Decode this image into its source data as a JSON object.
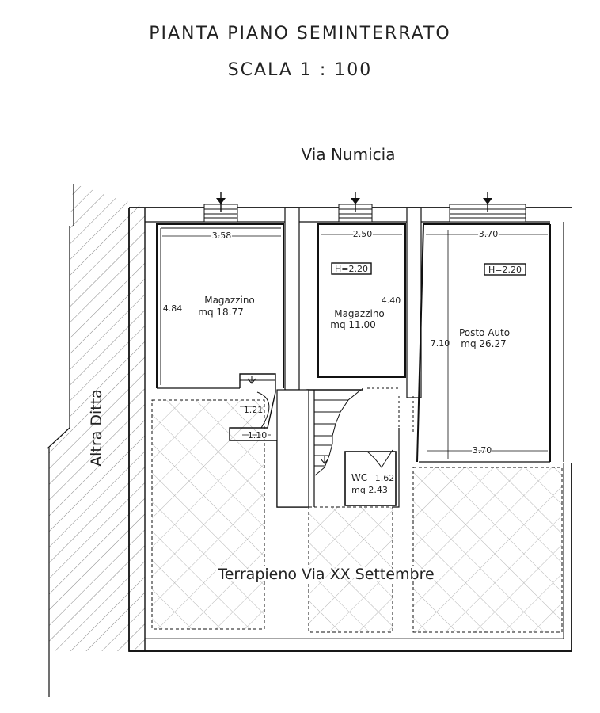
{
  "title": "PIANTA PIANO SEMINTERRATO",
  "scale": "SCALA 1 : 100",
  "street_top": "Via Numicia",
  "neighbor": "Altra Ditta",
  "terrapieno": "Terrapieno Via XX Settembre",
  "rooms": {
    "magazzino1": {
      "name": "Magazzino",
      "area": "mq 18.77",
      "width": "3.58",
      "depth": "4.84"
    },
    "magazzino2": {
      "name": "Magazzino",
      "area": "mq 11.00",
      "width": "2.50",
      "depth": "4.40",
      "height": "H=2.20"
    },
    "posto_auto": {
      "name": "Posto Auto",
      "area": "mq 26.27",
      "width": "3.70",
      "depth": "7.10",
      "width_bottom": "3.70",
      "height": "H=2.20"
    },
    "wc": {
      "name": "WC",
      "dim": "1.62",
      "area": "mq 2.43"
    }
  },
  "stair_dims": {
    "a": "1.21",
    "b": "1.10"
  },
  "colors": {
    "line": "#111111",
    "hatch": "#555555"
  }
}
